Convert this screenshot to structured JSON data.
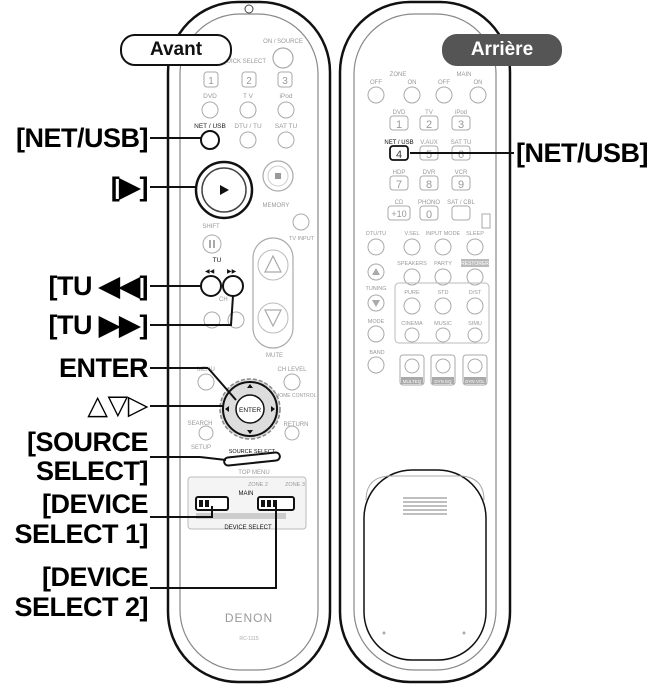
{
  "figure": {
    "label_avant": "Avant",
    "label_arriere": "Arrière",
    "callouts": {
      "net_usb_left": "[NET/USB]",
      "play": "[▶]",
      "tu_rew": "[TU ◀◀]",
      "tu_ff": "[TU ▶▶]",
      "enter": "ENTER",
      "arrows": "△▽▷",
      "source_select_1": "[SOURCE",
      "source_select_2": "SELECT]",
      "device_select_1_a": "[DEVICE",
      "device_select_1_b": "SELECT 1]",
      "device_select_2_a": "[DEVICE",
      "device_select_2_b": "SELECT 2]",
      "net_usb_right": "[NET/USB]"
    },
    "front_remote": {
      "on_source": "ON / SOURCE",
      "quick_select": "QUICK SELECT",
      "qs_1": "1",
      "qs_2": "2",
      "qs_3": "3",
      "dvd": "DVD",
      "tv": "T V",
      "ipod": "iPod",
      "net_usb": "NET / USB",
      "dtu_tu": "DTU / TU",
      "sat_tu": "SAT TU",
      "memory": "MEMORY",
      "shift": "SHIFT",
      "tv_input": "TV INPUT",
      "tu": "TU",
      "ch": "CH",
      "mute": "MUTE",
      "menu": "MENU",
      "ch_level": "CH LEVEL",
      "enter_btn": "ENTER",
      "home_control": "HOME CONTROL",
      "search": "SEARCH",
      "setup": "SETUP",
      "return": "RETURN",
      "source_select": "SOURCE SELECT",
      "top_menu": "TOP MENU",
      "zone2": "ZONE 2",
      "zone3": "ZONE 3",
      "main": "MAIN",
      "device_select": "DEVICE SELECT",
      "brand": "DENON",
      "model": "RC-1115"
    },
    "back_remote": {
      "zone": "ZONE",
      "main": "MAIN",
      "off1": "OFF",
      "on1": "ON",
      "off2": "OFF",
      "on2": "ON",
      "dvd": "DVD",
      "tv": "TV",
      "ipod": "iPod",
      "k1": "1",
      "k2": "2",
      "k3": "3",
      "net_usb": "NET / USB",
      "v_aux": "V.AUX",
      "sat_tu": "SAT TU",
      "k4": "4",
      "k5": "5",
      "k6": "6",
      "hdp": "HDP",
      "dvr": "DVR",
      "vcr": "VCR",
      "k7": "7",
      "k8": "8",
      "k9": "9",
      "cd": "CD",
      "phono": "PHONO",
      "sat_cbl": "SAT / CBL",
      "k10": "+10",
      "k0": "0",
      "dtu_tu": "DTU/TU",
      "v_sel": "V.SEL",
      "input_mode": "INPUT MODE",
      "sleep": "SLEEP",
      "speakers": "SPEAKERS",
      "party": "PARTY",
      "restorer": "RESTORER",
      "tuning": "TUNING",
      "pure": "PURE",
      "std": "STD",
      "dst": "D/ST",
      "mode": "MODE",
      "cinema": "CINEMA",
      "music": "MUSIC",
      "simu": "SIMU",
      "band": "BAND",
      "vol_eq": "MULTEQ",
      "dyn_eq": "DYN EQ",
      "dyn_vol": "DYN VOL"
    }
  }
}
